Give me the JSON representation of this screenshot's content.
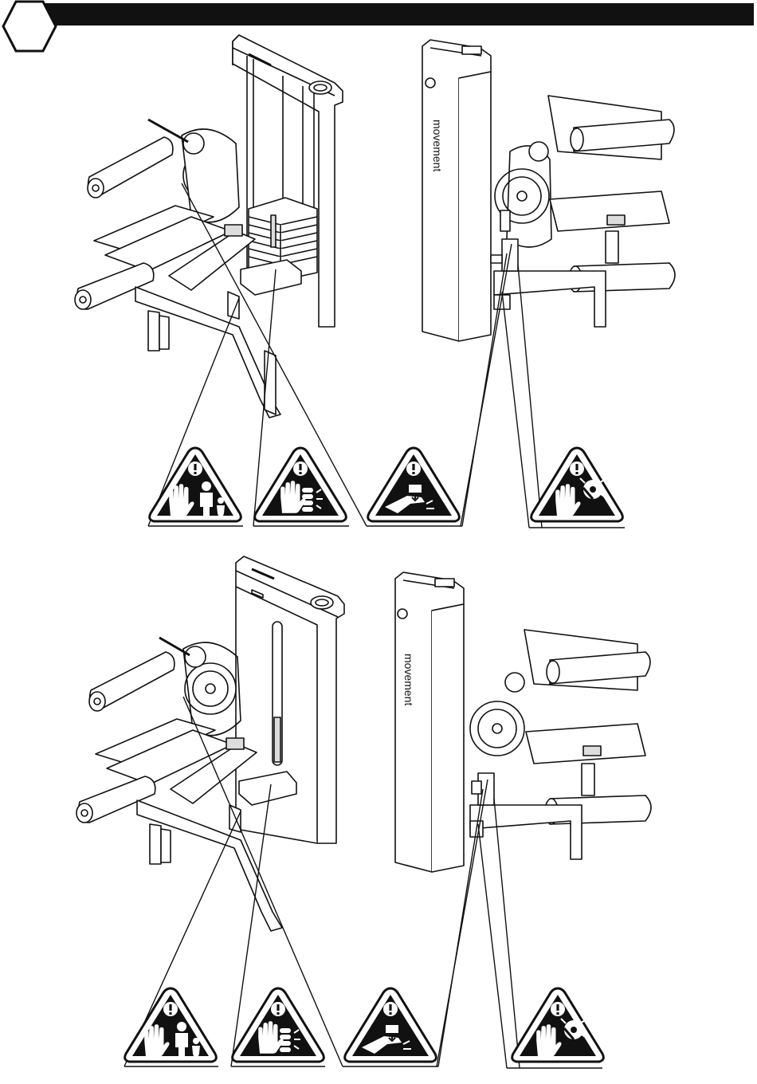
{
  "page": {
    "section_number": "",
    "header_color": "#111111"
  },
  "illustrations": [
    {
      "name": "machine-front-view-top",
      "kind": "line-drawing"
    },
    {
      "name": "machine-rear-view-top",
      "kind": "line-drawing"
    },
    {
      "name": "machine-front-view-bottom",
      "kind": "line-drawing"
    },
    {
      "name": "machine-rear-view-bottom",
      "kind": "line-drawing"
    }
  ],
  "warning_labels": [
    {
      "icon": "keep-children-away-icon",
      "meaning": "keep children away"
    },
    {
      "icon": "hand-weight-stack-pinch-icon",
      "meaning": "hand crush at weight stack"
    },
    {
      "icon": "hand-crush-icon",
      "meaning": "hand crush hazard"
    },
    {
      "icon": "hand-pulley-entanglement-icon",
      "meaning": "pulley entanglement hazard"
    }
  ],
  "colors": {
    "line": "#111111",
    "fill": "#ffffff",
    "shade": "#dddddd"
  }
}
